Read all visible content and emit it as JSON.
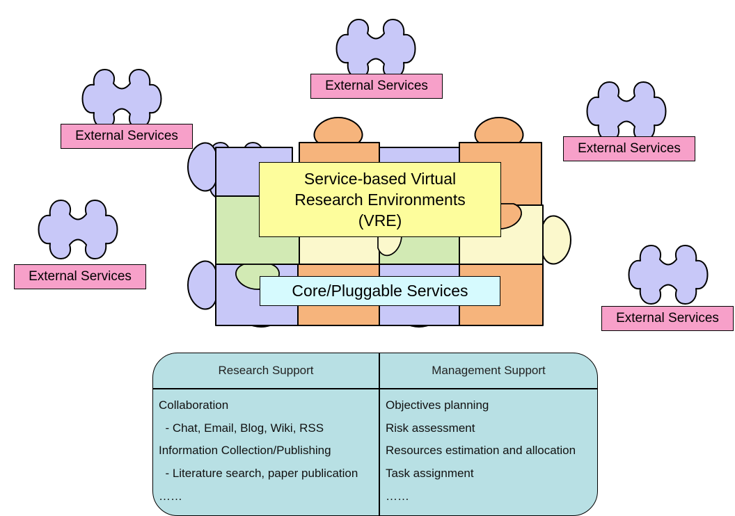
{
  "external_services": [
    {
      "label": "External Services"
    },
    {
      "label": "External Services"
    },
    {
      "label": "External Services"
    },
    {
      "label": "External Services"
    },
    {
      "label": "External Services"
    }
  ],
  "vre": {
    "line1": "Service-based Virtual",
    "line2": "Research Environments",
    "line3": "(VRE)"
  },
  "core": {
    "label": "Core/Pluggable Services"
  },
  "support": {
    "research": {
      "header": "Research Support",
      "items": [
        "Collaboration",
        "  - Chat, Email, Blog, Wiki, RSS",
        "Information Collection/Publishing",
        "  - Literature search, paper publication",
        "……"
      ]
    },
    "management": {
      "header": "Management Support",
      "items": [
        "Objectives planning",
        "Risk assessment",
        "Resources estimation and allocation",
        "Task assignment",
        "……"
      ]
    }
  },
  "colors": {
    "external_piece": "#c8c8f8",
    "orange_piece": "#f6b47c",
    "green_piece": "#d2eab4",
    "yellow_piece": "#fbf8cc",
    "external_label": "#f7a0c9",
    "vre_box": "#fdfd9c",
    "core_box": "#d6fafe",
    "support_box": "#b8e0e4"
  }
}
